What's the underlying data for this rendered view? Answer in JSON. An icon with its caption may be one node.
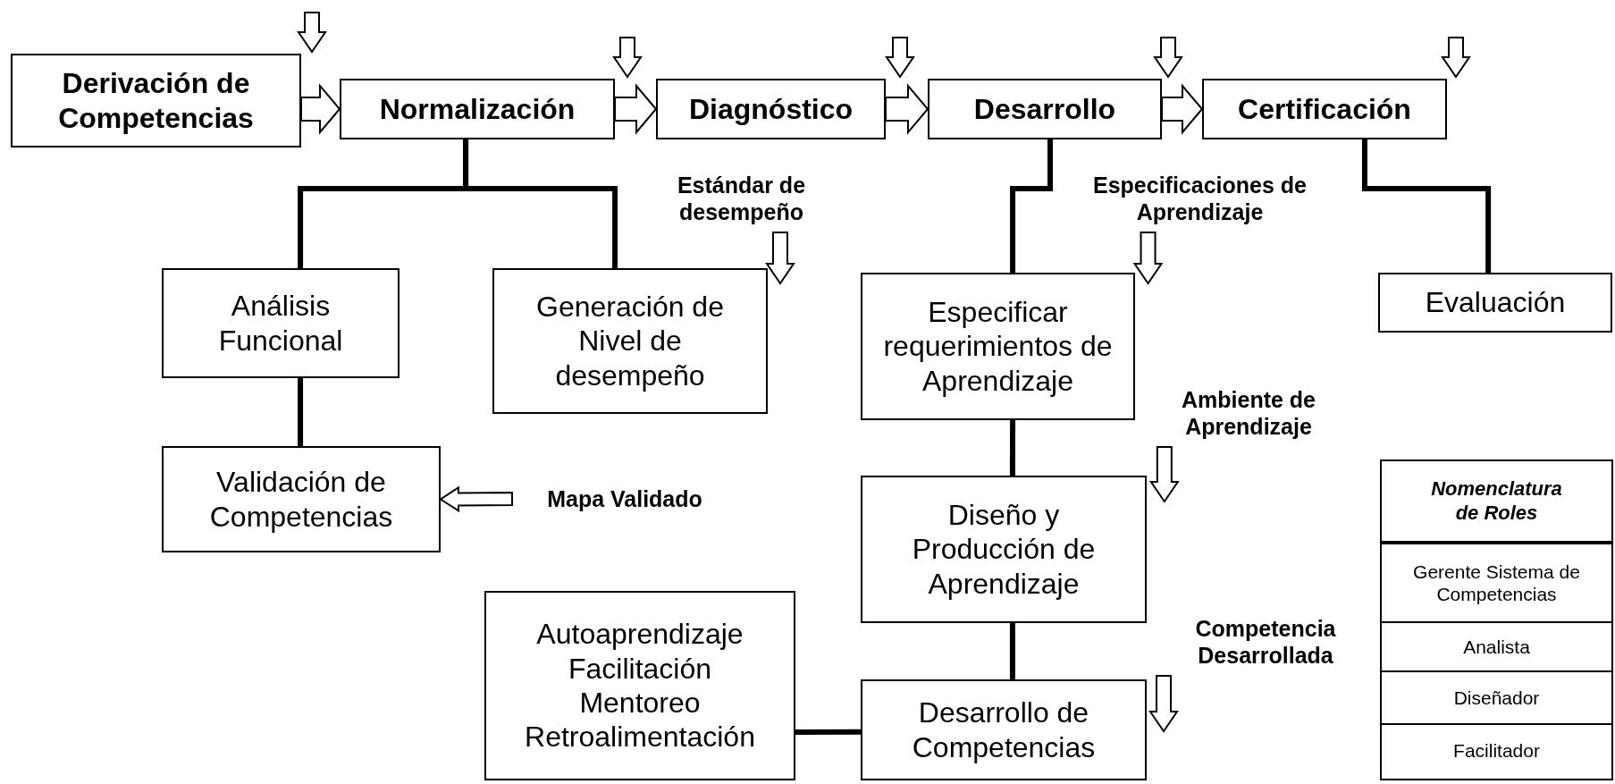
{
  "diagram": {
    "nodes": [
      {
        "text": [
          "Derivación de Competencias"
        ]
      },
      {
        "text": [
          "Normalización"
        ]
      },
      {
        "text": [
          "Diagnóstico"
        ]
      },
      {
        "text": [
          "Desarrollo"
        ]
      },
      {
        "text": [
          "Certificación"
        ]
      },
      {
        "text": [
          "Estándar de desempeño"
        ]
      },
      {
        "text": [
          "Especificaciones de Aprendizaje"
        ]
      },
      {
        "text": [
          "Análisis Funcional"
        ]
      },
      {
        "text": [
          "Generación de Nivel de desempeño"
        ]
      },
      {
        "text": [
          "Especificar requerimientos de Aprendizaje"
        ]
      },
      {
        "text": [
          "Evaluación"
        ]
      },
      {
        "text": [
          "Ambiente de Aprendizaje"
        ]
      },
      {
        "text": [
          "Validación de Competencias"
        ]
      },
      {
        "text": [
          "Mapa Validado"
        ]
      },
      {
        "text": [
          "Diseño y Producción de Aprendizaje"
        ]
      },
      {
        "text": [
          "Competencia Desarrollada"
        ]
      },
      {
        "text": [
          "Autoaprendizaje",
          "Facilitación",
          "Mentoreo",
          "Retroalimentación"
        ]
      },
      {
        "text": [
          "Desarrollo de Competencias"
        ]
      }
    ],
    "edges": [
      {
        "from": 0,
        "to": 1,
        "arrow": "to"
      },
      {
        "from": 1,
        "to": 2,
        "arrow": "to"
      },
      {
        "from": 2,
        "to": 3,
        "arrow": "to"
      },
      {
        "from": 3,
        "to": 4,
        "arrow": "to"
      },
      {
        "from": null,
        "to": 0,
        "arrow": "to"
      },
      {
        "from": null,
        "to": 1,
        "arrow": "to"
      },
      {
        "from": null,
        "to": 2,
        "arrow": "to"
      },
      {
        "from": null,
        "to": 3,
        "arrow": "to"
      },
      {
        "from": null,
        "to": 4,
        "arrow": "to"
      },
      {
        "from": 5,
        "to": null,
        "arrow": "to"
      },
      {
        "from": 6,
        "to": null,
        "arrow": "to"
      },
      {
        "from": 11,
        "to": null,
        "arrow": "to"
      },
      {
        "from": 15,
        "to": null,
        "arrow": "to"
      },
      {
        "from": 13,
        "to": 12,
        "arrow": "to"
      },
      {
        "from": 1,
        "to": 7,
        "arrow": "none"
      },
      {
        "from": 1,
        "to": 8,
        "arrow": "none"
      },
      {
        "from": 7,
        "to": 12,
        "arrow": "none"
      },
      {
        "from": 3,
        "to": 9,
        "arrow": "none"
      },
      {
        "from": 4,
        "to": 10,
        "arrow": "none"
      },
      {
        "from": 9,
        "to": 14,
        "arrow": "none"
      },
      {
        "from": 14,
        "to": 17,
        "arrow": "none"
      },
      {
        "from": 16,
        "to": 17,
        "arrow": "none"
      }
    ],
    "labels": [
      "Nomenclatura de Roles",
      "Gerente Sistema de Competencias",
      "Analista",
      "Diseñador",
      "Facilitador"
    ]
  }
}
